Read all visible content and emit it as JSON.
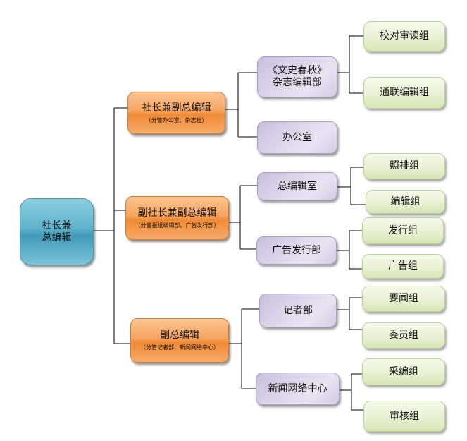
{
  "title": "组织结构图",
  "colors": {
    "root": "#5fb3cb",
    "level1": "#f6a45f",
    "level2": "#ddd6ea",
    "level3": "#e9f1d4",
    "connector": "#000000"
  },
  "root": {
    "line1": "社长兼",
    "line2": "总编辑"
  },
  "level1": [
    {
      "title": "社长兼副总编辑",
      "subtitle": "（分管办公室、杂志社）"
    },
    {
      "title": "副社长兼副总编辑",
      "subtitle": "（分管报纸编辑部、广告发行部）"
    },
    {
      "title": "副总编辑",
      "subtitle": "（分管记者部、新闻网络中心）"
    }
  ],
  "level2": [
    {
      "line1": "《文史春秋》",
      "line2": "杂志编辑部"
    },
    {
      "line1": "办公室"
    },
    {
      "line1": "总编辑室"
    },
    {
      "line1": "广告发行部"
    },
    {
      "line1": "记者部"
    },
    {
      "line1": "新闻网络中心"
    }
  ],
  "level3": [
    {
      "label": "校对审读组"
    },
    {
      "label": "通联编辑组"
    },
    {
      "label": "照排组"
    },
    {
      "label": "编辑组"
    },
    {
      "label": "发行组"
    },
    {
      "label": "广告组"
    },
    {
      "label": "要闻组"
    },
    {
      "label": "委员组"
    },
    {
      "label": "采编组"
    },
    {
      "label": "审核组"
    }
  ]
}
